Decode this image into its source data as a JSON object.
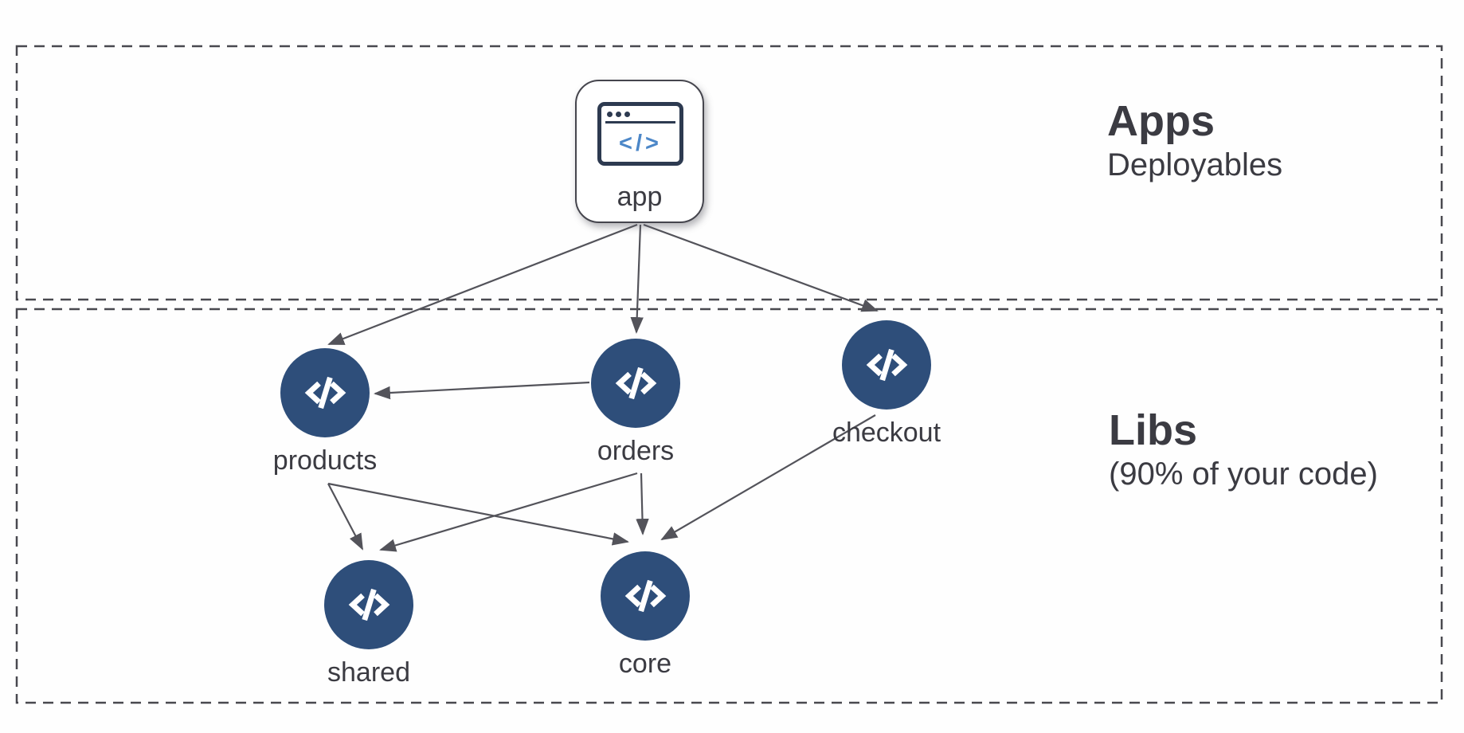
{
  "diagram": {
    "kind": "monorepo-dependency-graph"
  },
  "sections": [
    {
      "id": "apps",
      "title": "Apps",
      "subtitle": "Deployables"
    },
    {
      "id": "libs",
      "title": "Libs",
      "subtitle": "(90% of your code)"
    }
  ],
  "nodes": {
    "app": {
      "label": "app",
      "section": "apps",
      "icon": "browser-window-code-icon",
      "glyph": "</>"
    },
    "products": {
      "label": "products",
      "section": "libs",
      "icon": "code-icon"
    },
    "orders": {
      "label": "orders",
      "section": "libs",
      "icon": "code-icon"
    },
    "checkout": {
      "label": "checkout",
      "section": "libs",
      "icon": "code-icon"
    },
    "shared": {
      "label": "shared",
      "section": "libs",
      "icon": "code-icon"
    },
    "core": {
      "label": "core",
      "section": "libs",
      "icon": "code-icon"
    }
  },
  "edges": [
    {
      "from": "app",
      "to": "products"
    },
    {
      "from": "app",
      "to": "orders"
    },
    {
      "from": "app",
      "to": "checkout"
    },
    {
      "from": "orders",
      "to": "products"
    },
    {
      "from": "products",
      "to": "shared"
    },
    {
      "from": "products",
      "to": "core"
    },
    {
      "from": "orders",
      "to": "shared"
    },
    {
      "from": "orders",
      "to": "core"
    },
    {
      "from": "checkout",
      "to": "core"
    }
  ],
  "colors": {
    "node_fill": "#2e4e7a",
    "icon_navy": "#2d3a50",
    "icon_blue": "#4c87c8",
    "arrow": "#53535a",
    "dash_border": "#49494f",
    "text": "#3b3b42",
    "background": "#fefefe"
  }
}
